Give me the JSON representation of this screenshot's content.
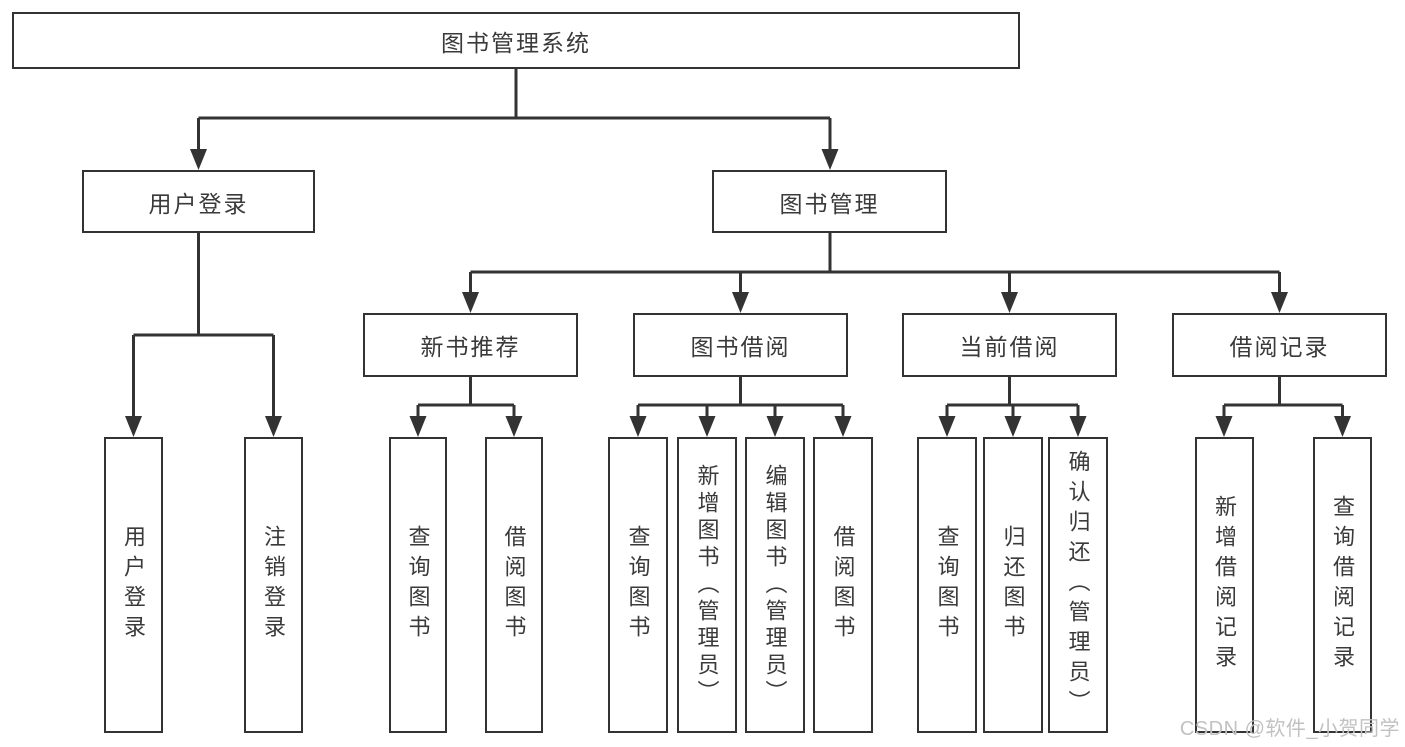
{
  "diagram": {
    "root": {
      "label": "图书管理系统"
    },
    "level2": [
      {
        "label": "用户登录"
      },
      {
        "label": "图书管理"
      }
    ],
    "level3": [
      {
        "label": "新书推荐"
      },
      {
        "label": "图书借阅"
      },
      {
        "label": "当前借阅"
      },
      {
        "label": "借阅记录"
      }
    ],
    "leaves": {
      "user_login": [
        "用户登录",
        "注销登录"
      ],
      "new_book_recommend": [
        "查询图书",
        "借阅图书"
      ],
      "book_borrow": [
        "查询图书",
        "新增图书（管理员）",
        "编辑图书（管理员）",
        "借阅图书"
      ],
      "current_borrow": [
        "查询图书",
        "归还图书",
        "确认归还（管理员）"
      ],
      "borrow_record": [
        "新增借阅记录",
        "查询借阅记录"
      ]
    }
  },
  "watermark": {
    "text": "CSDN @软件_小贺同学"
  },
  "colors": {
    "line": "#333333",
    "text": "#3a3a3a",
    "background": "#ffffff",
    "watermark": "#c2c2c2"
  }
}
